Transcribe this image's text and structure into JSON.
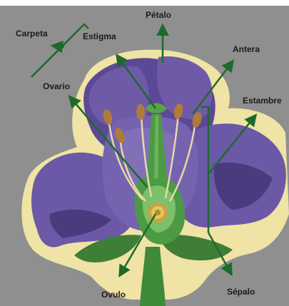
{
  "diagram": {
    "labels": {
      "carpeta": "Carpeta",
      "estigma": "Estigma",
      "petalo": "Pétalo",
      "antera": "Antera",
      "ovario": "Ovario",
      "estambre": "Estambre",
      "ovulo": "Ovulo",
      "sepalo": "Sépalo"
    },
    "colors": {
      "background": "#8f8f8f",
      "halo": "#efe3a5",
      "petal": "#6f5aa8",
      "petal_dark": "#4a3a7e",
      "stem": "#3f8a3a",
      "sepal": "#3e7e36",
      "anther": "#b07a3a",
      "ovule": "#d8b84a",
      "leader": "#1c6b2a"
    }
  }
}
